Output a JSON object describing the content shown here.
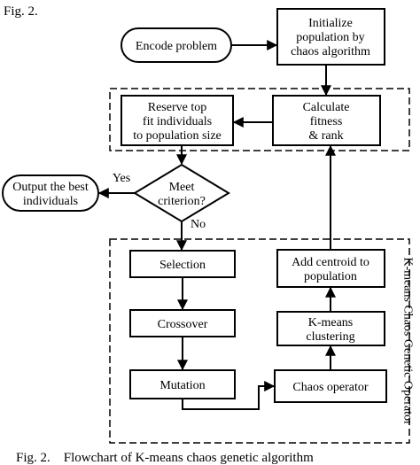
{
  "header": {
    "label": "Fig. 2."
  },
  "nodes": {
    "encode": {
      "lines": [
        "Encode problem"
      ]
    },
    "initialize": {
      "lines": [
        "Initialize",
        "population by",
        "chaos algorithm"
      ]
    },
    "calculate": {
      "lines": [
        "Calculate",
        "fitness",
        "& rank"
      ]
    },
    "reserve": {
      "lines": [
        "Reserve top",
        "fit individuals",
        "to population size"
      ]
    },
    "decision": {
      "lines": [
        "Meet",
        "criterion?"
      ]
    },
    "output": {
      "lines": [
        "Output the best",
        "individuals"
      ]
    },
    "selection": {
      "lines": [
        "Selection"
      ]
    },
    "crossover": {
      "lines": [
        "Crossover"
      ]
    },
    "mutation": {
      "lines": [
        "Mutation"
      ]
    },
    "chaos": {
      "lines": [
        "Chaos operator"
      ]
    },
    "kmeans": {
      "lines": [
        "K-means",
        "clustering"
      ]
    },
    "addcentroid": {
      "lines": [
        "Add centroid to",
        "population"
      ]
    }
  },
  "edges": {
    "yes_label": "Yes",
    "no_label": "No"
  },
  "group": {
    "label": "K-means Chaos Genetic Operator"
  },
  "caption": "Fig. 2.    Flowchart of K-means chaos genetic algorithm"
}
